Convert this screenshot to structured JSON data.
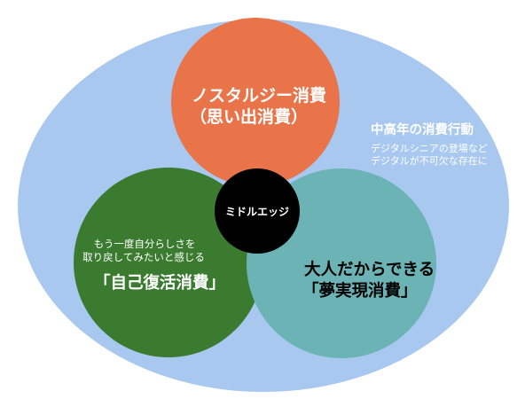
{
  "colors": {
    "ellipse": "#a8c8ef",
    "nostalgia": "#e9744a",
    "self_revival": "#3b7b2f",
    "dream": "#6bb3b4",
    "center": "#000000",
    "text_light": "#ffffff",
    "text_dark": "#000000"
  },
  "nostalgia": {
    "title": "ノスタルジー消費",
    "subtitle": "（思い出消費）"
  },
  "self_revival": {
    "caption_line1": "もう一度自分らしさを",
    "caption_line2": "取り戻してみたいと感じる",
    "title": "「自己復活消費」"
  },
  "dream": {
    "title_line1": "大人だからできる",
    "title_line2": "「夢実現消費」"
  },
  "center": {
    "label": "ミドルエッジ"
  },
  "side_note": {
    "heading": "中高年の消費行動",
    "line1": "デジタルシニアの登場など",
    "line2": "デジタルが不可欠な存在に"
  }
}
